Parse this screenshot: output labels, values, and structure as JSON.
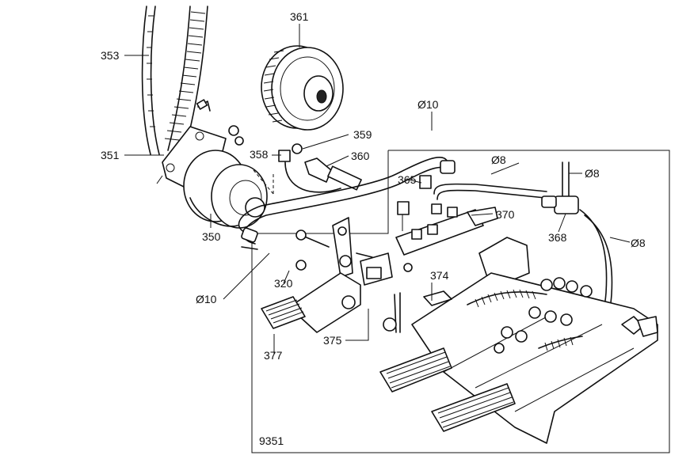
{
  "diagram": {
    "figure_number": "9351",
    "parts": {
      "p320": "320",
      "p350": "350",
      "p351": "351",
      "p353": "353",
      "p358": "358",
      "p359": "359",
      "p360": "360",
      "p361": "361",
      "p365": "365",
      "p368": "368",
      "p370": "370",
      "p374": "374",
      "p375": "375",
      "p377": "377"
    },
    "pipe_sizes": {
      "d10_top": "Ø10",
      "d10_bottom": "Ø10",
      "d8_top": "Ø8",
      "d8_right_top": "Ø8",
      "d8_right": "Ø8"
    }
  }
}
